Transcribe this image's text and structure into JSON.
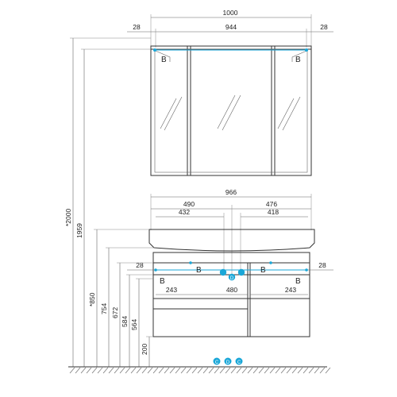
{
  "colors": {
    "line": "#333333",
    "accent": "#1aa7d8",
    "marker_fill": "#1aa7d8"
  },
  "cabinet": {
    "total_width": "1000",
    "inner_width": "944",
    "side_left": "28",
    "side_right": "28",
    "marker_b_left": "B",
    "marker_b_right": "B"
  },
  "vanity": {
    "total_width": "966",
    "left_to_center": "490",
    "right_to_center": "476",
    "left_to_drain": "432",
    "right_to_drain": "418",
    "side_left": "28",
    "side_right": "28",
    "bottom_left": "243",
    "bottom_center": "480",
    "bottom_right": "243",
    "marker_b_1": "B",
    "marker_b_2": "B",
    "marker_b_3": "B",
    "marker_b_4": "B",
    "marker_d": "D"
  },
  "heights": {
    "h2000": "*2000",
    "h1959": "1959",
    "h850": "*850",
    "h754": "754",
    "h672": "672",
    "h584": "584",
    "h564": "564",
    "h200": "200"
  },
  "floor_markers": {
    "c_left": "C",
    "d_mid": "D",
    "c_right": "C"
  },
  "icons": [
    "glass-reflection-icon",
    "connection-marker-icon"
  ]
}
